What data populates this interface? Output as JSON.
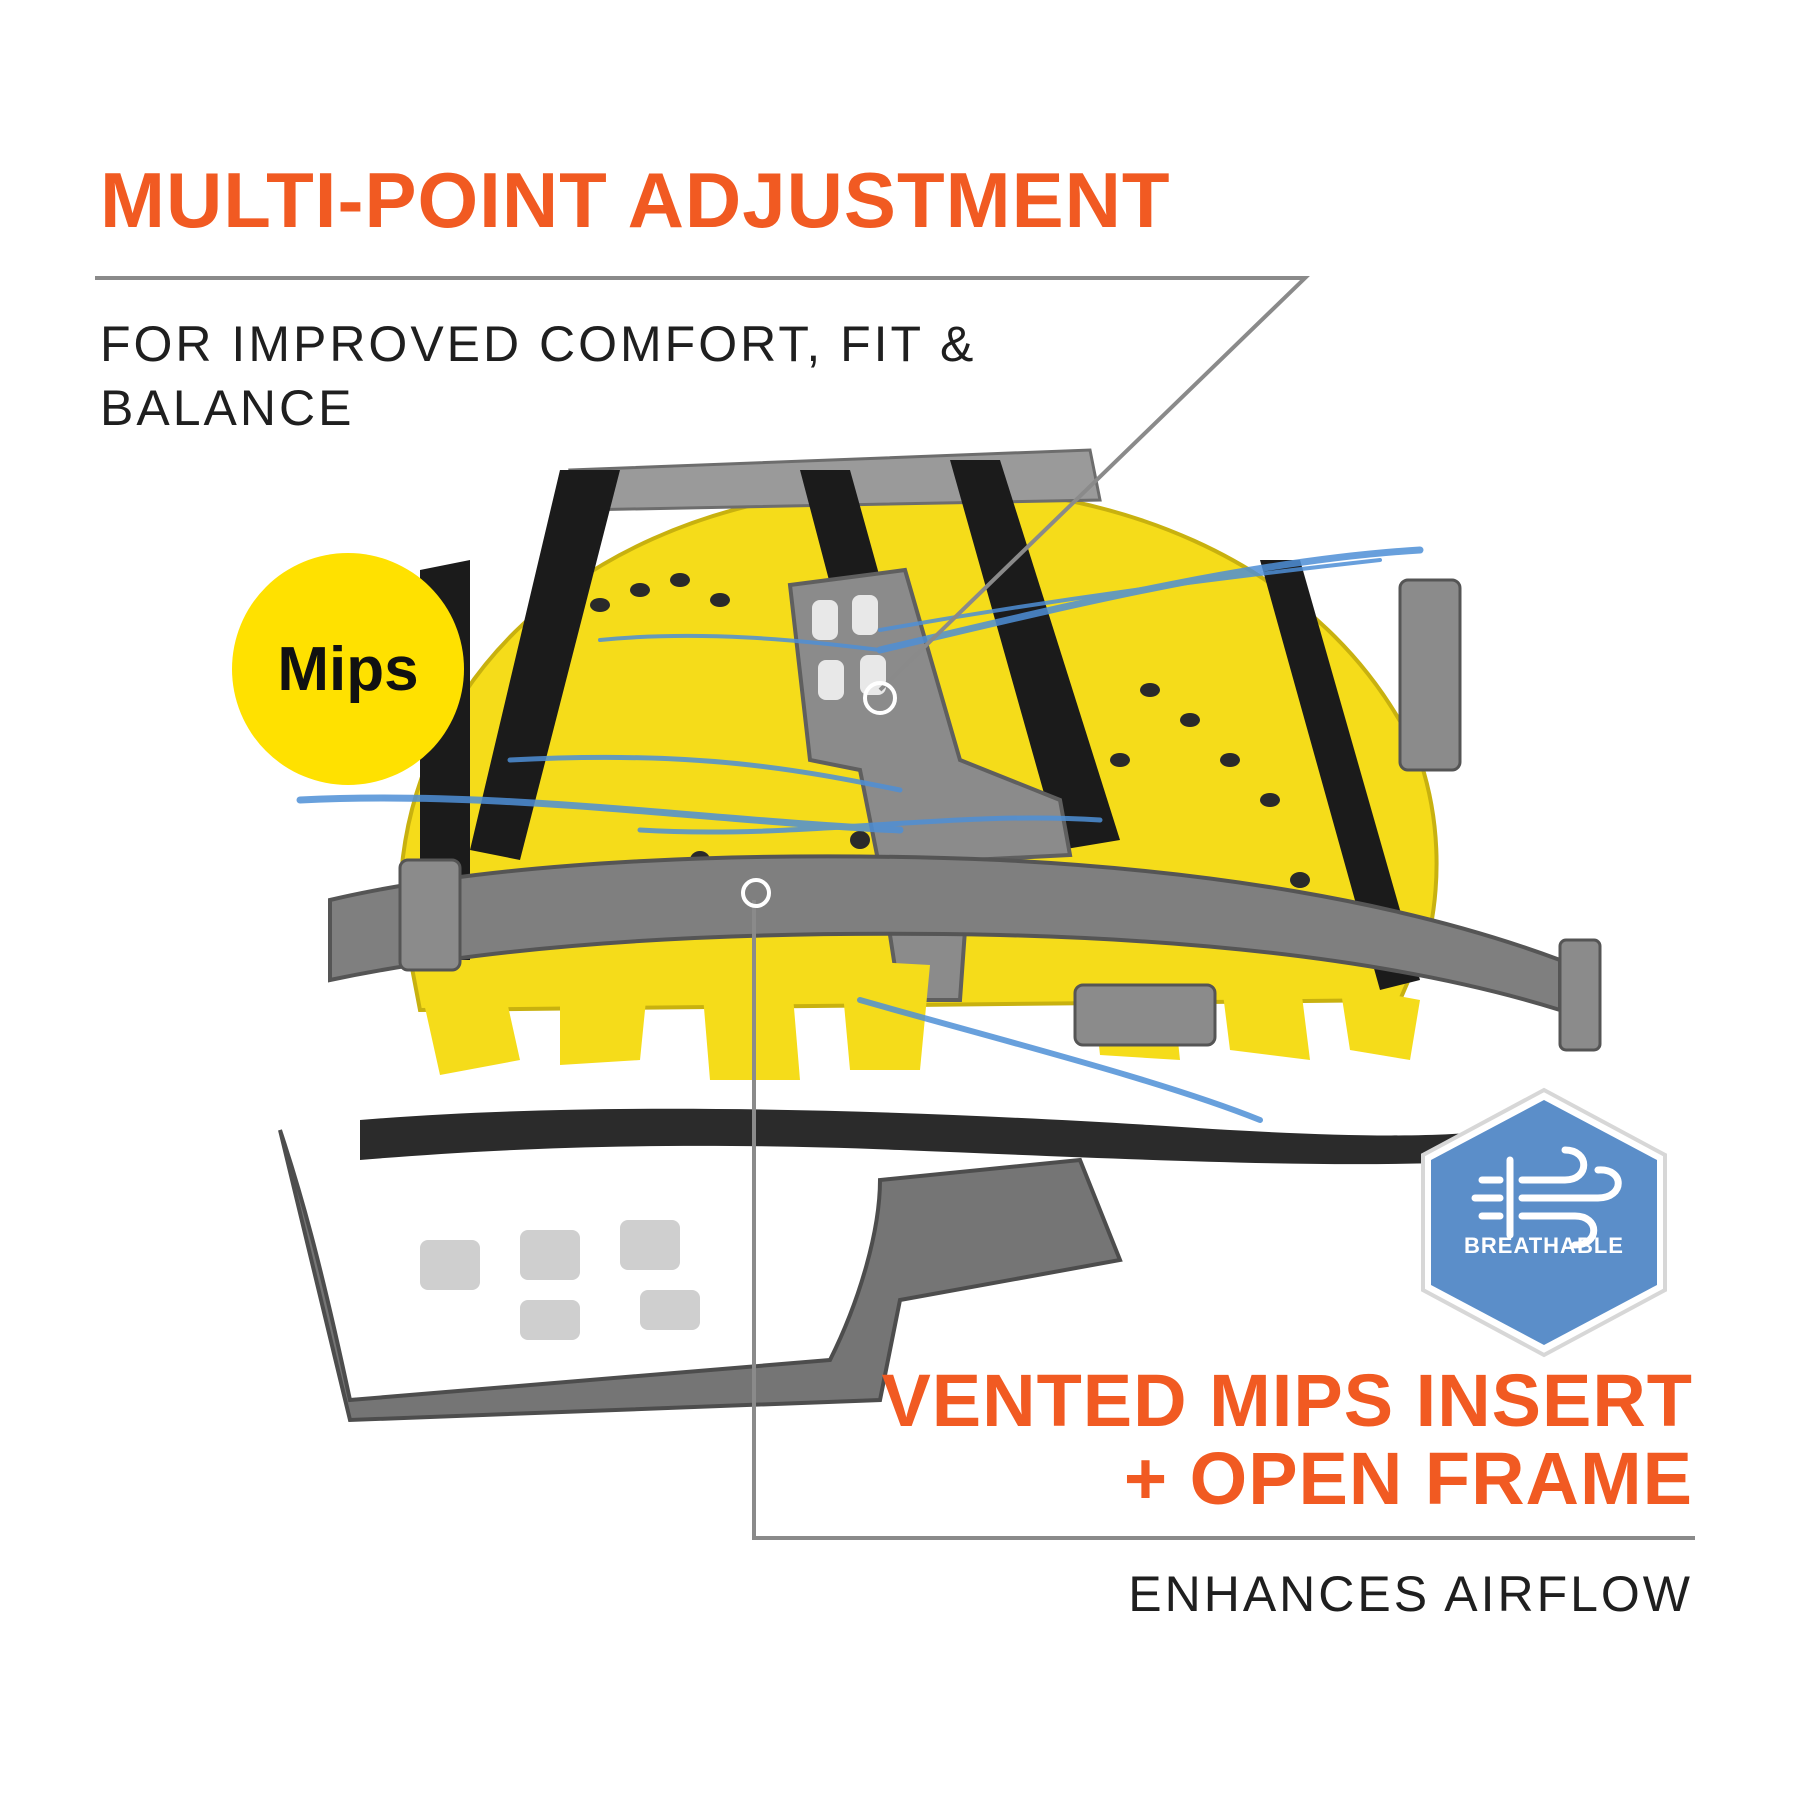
{
  "callouts": {
    "top": {
      "headline": "MULTI-POINT ADJUSTMENT",
      "subtext": "FOR IMPROVED COMFORT, FIT & BALANCE"
    },
    "bottom": {
      "headline_line1": "VENTED MIPS INSERT",
      "headline_line2": "+ OPEN FRAME",
      "subtext": "ENHANCES AIRFLOW"
    }
  },
  "badges": {
    "mips": {
      "label": "Mips",
      "color": "#ffe100"
    },
    "breathable": {
      "label": "BREATHABLE",
      "icon": "wind-airflow-icon",
      "color": "#5b8ec9"
    }
  },
  "colors": {
    "accent": "#f15a22",
    "helmet_shell": "#f5dc1a",
    "frame": "#7f7f7f",
    "strap": "#1b1b1b",
    "airflow": "#4e8fd6",
    "leader_line": "#8a8a8a"
  }
}
